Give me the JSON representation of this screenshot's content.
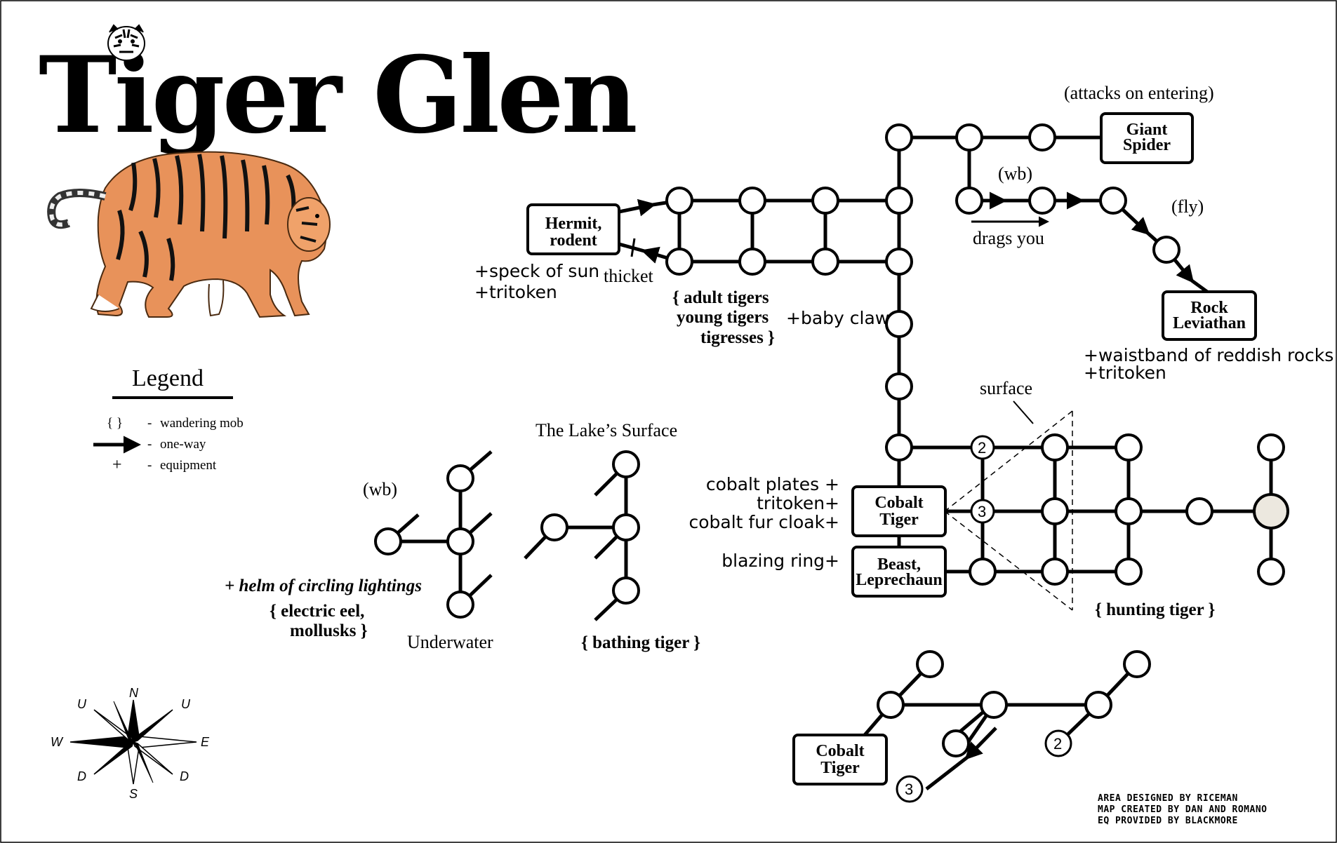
{
  "title": "Tiger Glen",
  "legend": {
    "heading": "Legend",
    "items": [
      {
        "symbol": "{ }",
        "dash": "-",
        "text": "wandering mob"
      },
      {
        "symbol": "one-way-arrow",
        "dash": "-",
        "text": "one-way"
      },
      {
        "symbol": "+",
        "dash": "-",
        "text": "equipment"
      }
    ]
  },
  "boxes": {
    "giant_spider": [
      "Giant",
      "Spider"
    ],
    "hermit": [
      "Hermit,",
      "rodent"
    ],
    "rock_leviathan": [
      "Rock",
      "Leviathan"
    ],
    "cobalt_tiger": [
      "Cobalt",
      "Tiger"
    ],
    "beast": [
      "Beast,",
      "Leprechaun"
    ],
    "cobalt_tiger_lower": [
      "Cobalt",
      "Tiger"
    ]
  },
  "labels": {
    "attacks": "(attacks on entering)",
    "wb_top": "(wb)",
    "fly": "(fly)",
    "drags": "drags you",
    "speck": "+speck of sun",
    "tritoken_hermit": "+tritoken",
    "thicket": "thicket",
    "adult": "{ adult tigers",
    "young": "young tigers",
    "tigresses": "tigresses }",
    "baby_claw": "+baby claw",
    "waistband": "+waistband of reddish rocks",
    "tritoken_leviathan": "+tritoken",
    "surface": "surface",
    "lake_surface": "The Lake’s Surface",
    "wb_lake": "(wb)",
    "cobalt_plates": "cobalt plates +",
    "tritoken_cobalt": "tritoken+",
    "cobalt_fur": "cobalt fur cloak+",
    "blazing_ring": "blazing ring+",
    "helm": "+ helm of circling lightings",
    "eel": "{ electric eel,",
    "mollusks": "mollusks }",
    "underwater": "Underwater",
    "bathing": "{ bathing tiger }",
    "hunting": "{ hunting tiger }"
  },
  "node_numbers": {
    "n2": "2",
    "n3": "3"
  },
  "compass": {
    "N": "N",
    "S": "S",
    "E": "E",
    "W": "W",
    "U": "U",
    "D": "D"
  },
  "credits": [
    "AREA DESIGNED BY RICEMAN",
    "MAP CREATED BY DAN AND ROMANO",
    "EQ PROVIDED BY BLACKMORE"
  ],
  "colors": {
    "ink": "#000000",
    "special_room": "#ece8df",
    "tiger_orange": "#e8925a",
    "paper": "#ffffff"
  },
  "icons": [
    "tiger-illustration",
    "tiger-head-icon",
    "compass-rose-icon"
  ]
}
